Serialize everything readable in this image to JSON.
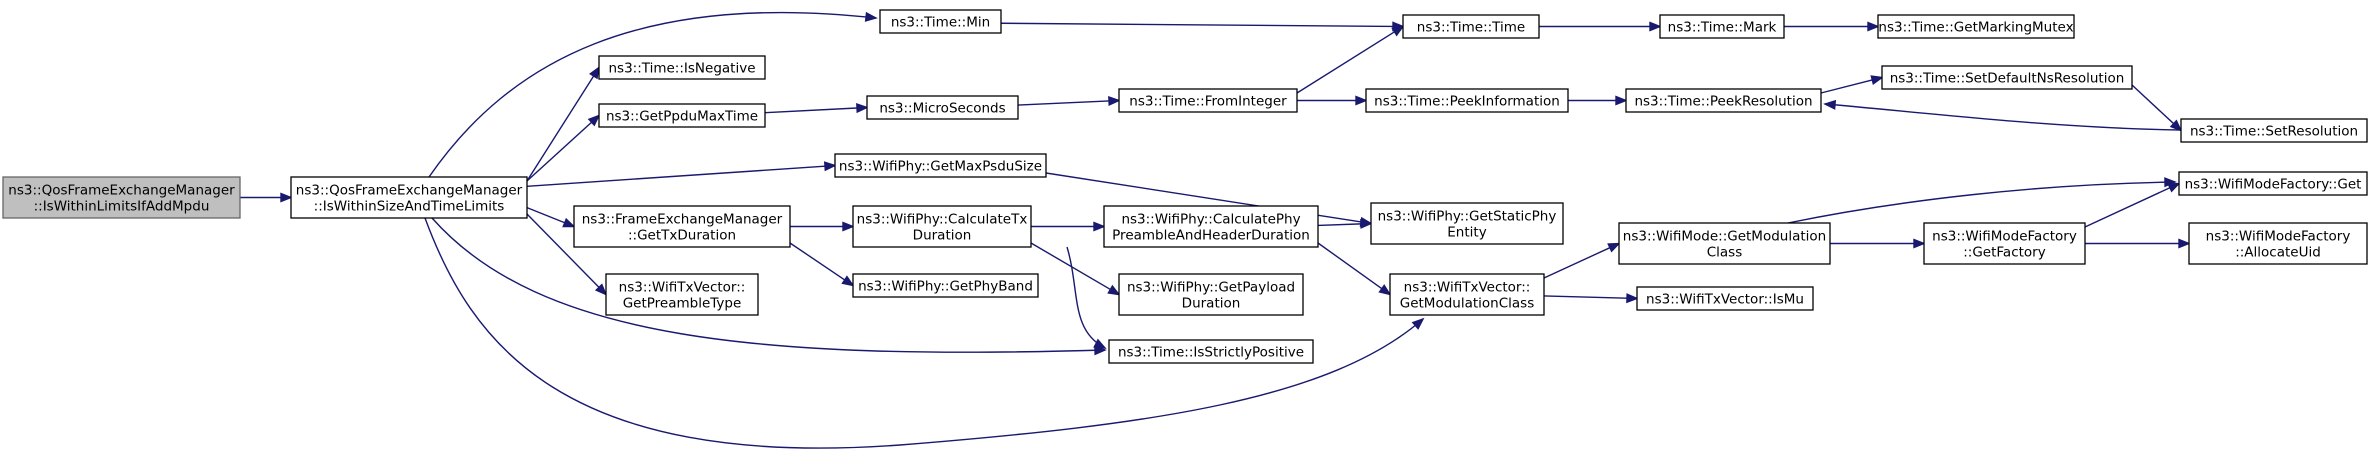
{
  "diagram": {
    "nodes": [
      {
        "id": "root",
        "lines": [
          "ns3::QosFrameExchangeManager",
          "::IsWithinLimitsIfAddMpdu"
        ],
        "highlight": true
      },
      {
        "id": "n2",
        "lines": [
          "ns3::QosFrameExchangeManager",
          "::IsWithinSizeAndTimeLimits"
        ]
      },
      {
        "id": "min",
        "lines": [
          "ns3::Time::Min"
        ]
      },
      {
        "id": "isneg",
        "lines": [
          "ns3::Time::IsNegative"
        ]
      },
      {
        "id": "getppdu",
        "lines": [
          "ns3::GetPpduMaxTime"
        ]
      },
      {
        "id": "maxpsdu",
        "lines": [
          "ns3::WifiPhy::GetMaxPsduSize"
        ]
      },
      {
        "id": "fem",
        "lines": [
          "ns3::FrameExchangeManager",
          "::GetTxDuration"
        ]
      },
      {
        "id": "pretype",
        "lines": [
          "ns3::WifiTxVector::",
          "GetPreambleType"
        ]
      },
      {
        "id": "micro",
        "lines": [
          "ns3::MicroSeconds"
        ]
      },
      {
        "id": "calctx",
        "lines": [
          "ns3::WifiPhy::CalculateTx",
          "Duration"
        ]
      },
      {
        "id": "phyband",
        "lines": [
          "ns3::WifiPhy::GetPhyBand"
        ]
      },
      {
        "id": "frominteger",
        "lines": [
          "ns3::Time::FromInteger"
        ]
      },
      {
        "id": "calcphy",
        "lines": [
          "ns3::WifiPhy::CalculatePhy",
          "PreambleAndHeaderDuration"
        ]
      },
      {
        "id": "payload",
        "lines": [
          "ns3::WifiPhy::GetPayload",
          "Duration"
        ]
      },
      {
        "id": "strict",
        "lines": [
          "ns3::Time::IsStrictlyPositive"
        ]
      },
      {
        "id": "time",
        "lines": [
          "ns3::Time::Time"
        ]
      },
      {
        "id": "peekinfo",
        "lines": [
          "ns3::Time::PeekInformation"
        ]
      },
      {
        "id": "static",
        "lines": [
          "ns3::WifiPhy::GetStaticPhy",
          "Entity"
        ]
      },
      {
        "id": "txmodcls",
        "lines": [
          "ns3::WifiTxVector::",
          "GetModulationClass"
        ]
      },
      {
        "id": "mark",
        "lines": [
          "ns3::Time::Mark"
        ]
      },
      {
        "id": "peekres",
        "lines": [
          "ns3::Time::PeekResolution"
        ]
      },
      {
        "id": "modemodcls",
        "lines": [
          "ns3::WifiMode::GetModulation",
          "Class"
        ]
      },
      {
        "id": "ismu",
        "lines": [
          "ns3::WifiTxVector::IsMu"
        ]
      },
      {
        "id": "mutex",
        "lines": [
          "ns3::Time::GetMarkingMutex"
        ]
      },
      {
        "id": "setdef",
        "lines": [
          "ns3::Time::SetDefaultNsResolution"
        ]
      },
      {
        "id": "setres",
        "lines": [
          "ns3::Time::SetResolution"
        ]
      },
      {
        "id": "getfactory",
        "lines": [
          "ns3::WifiModeFactory",
          "::GetFactory"
        ]
      },
      {
        "id": "fget",
        "lines": [
          "ns3::WifiModeFactory::Get"
        ]
      },
      {
        "id": "alloc",
        "lines": [
          "ns3::WifiModeFactory",
          "::AllocateUid"
        ]
      }
    ],
    "edges": [
      {
        "from": "root",
        "to": "n2"
      },
      {
        "from": "n2",
        "to": "min"
      },
      {
        "from": "n2",
        "to": "isneg"
      },
      {
        "from": "n2",
        "to": "getppdu"
      },
      {
        "from": "n2",
        "to": "maxpsdu"
      },
      {
        "from": "n2",
        "to": "fem"
      },
      {
        "from": "n2",
        "to": "pretype"
      },
      {
        "from": "n2",
        "to": "strict"
      },
      {
        "from": "n2",
        "to": "txmodcls"
      },
      {
        "from": "min",
        "to": "time"
      },
      {
        "from": "getppdu",
        "to": "micro"
      },
      {
        "from": "micro",
        "to": "frominteger"
      },
      {
        "from": "frominteger",
        "to": "time"
      },
      {
        "from": "frominteger",
        "to": "peekinfo"
      },
      {
        "from": "peekinfo",
        "to": "peekres"
      },
      {
        "from": "time",
        "to": "mark"
      },
      {
        "from": "mark",
        "to": "mutex"
      },
      {
        "from": "peekres",
        "to": "setdef"
      },
      {
        "from": "setdef",
        "to": "setres"
      },
      {
        "from": "setres",
        "to": "peekres"
      },
      {
        "from": "maxpsdu",
        "to": "static"
      },
      {
        "from": "fem",
        "to": "calctx"
      },
      {
        "from": "fem",
        "to": "phyband"
      },
      {
        "from": "calctx",
        "to": "calcphy"
      },
      {
        "from": "calctx",
        "to": "payload"
      },
      {
        "from": "calctx",
        "to": "strict"
      },
      {
        "from": "calcphy",
        "to": "static"
      },
      {
        "from": "calcphy",
        "to": "txmodcls"
      },
      {
        "from": "txmodcls",
        "to": "modemodcls"
      },
      {
        "from": "txmodcls",
        "to": "ismu"
      },
      {
        "from": "modemodcls",
        "to": "fget"
      },
      {
        "from": "modemodcls",
        "to": "getfactory"
      },
      {
        "from": "getfactory",
        "to": "fget"
      },
      {
        "from": "getfactory",
        "to": "alloc"
      }
    ]
  }
}
